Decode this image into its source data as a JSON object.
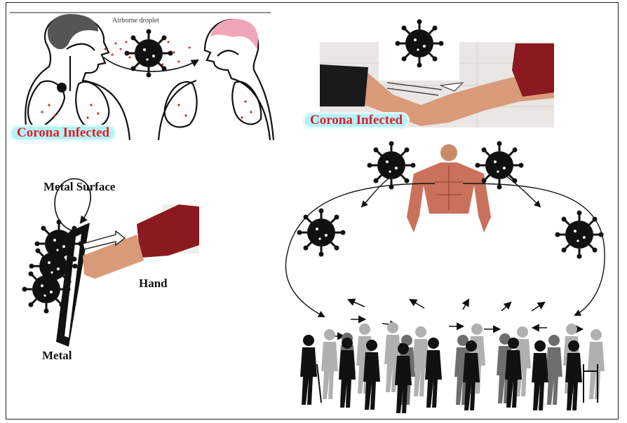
{
  "labels": {
    "airborne": "Airborne droplet",
    "corona_left": "Corona Infected",
    "corona_right": "Corona Infected",
    "metal_surface": "Metal Surface",
    "hand": "Hand",
    "metal": "Metal"
  },
  "colors": {
    "virus": "#111111",
    "sleeve": "#8a1a1f",
    "skin": "#e0a27f",
    "lung_dots": "#d62828",
    "pill_bg": "#b5f3f8",
    "pill_text": "#d21f2a"
  },
  "icons": [
    "virus-icon",
    "person-silhouette-icon",
    "handshake-icon",
    "anatomy-figure-icon",
    "crowd-icon"
  ]
}
